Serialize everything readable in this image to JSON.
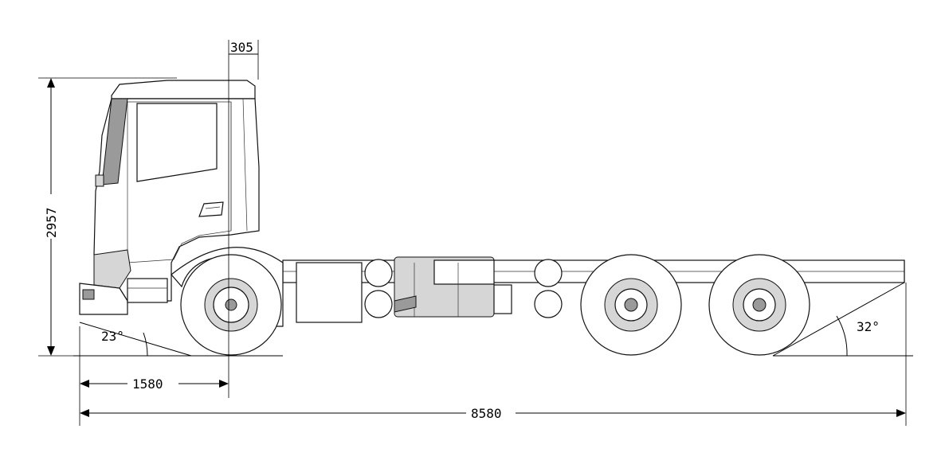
{
  "dimensions": {
    "front_overhang_top": "305",
    "cab_height": "2957",
    "front_axle_distance": "1580",
    "overall_length": "8580",
    "approach_angle": "23°",
    "departure_angle": "32°"
  }
}
